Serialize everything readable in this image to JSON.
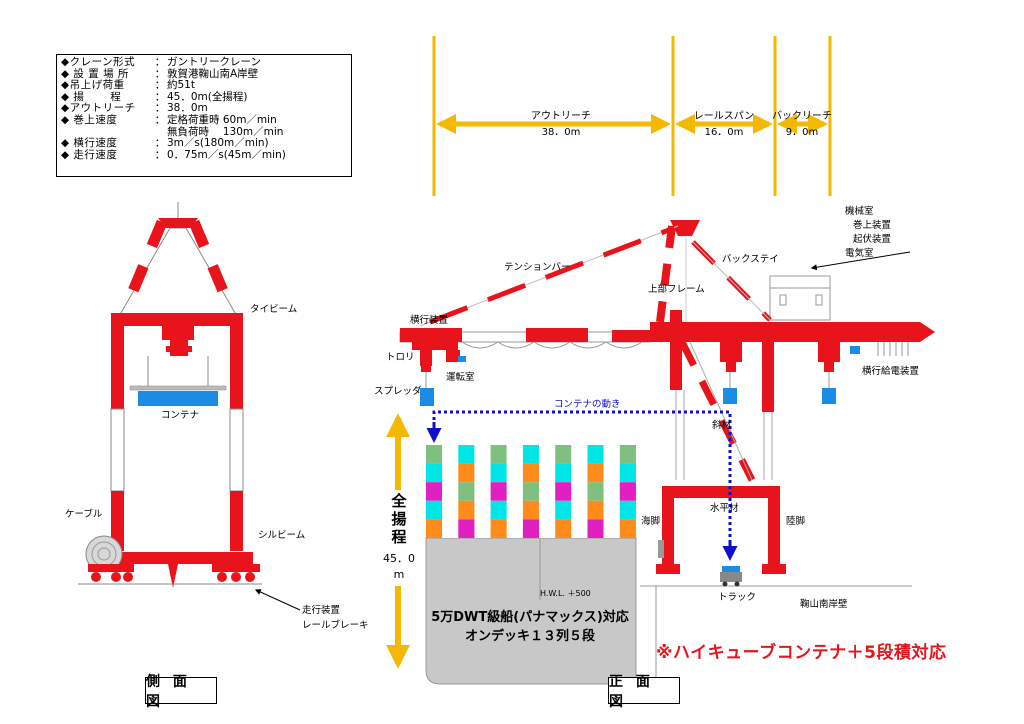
{
  "spec": {
    "rows": [
      {
        "label": "◆クレーン形式",
        "value": "ガントリークレーン"
      },
      {
        "label": "◆ 設 置 場 所",
        "value": "敦賀港鞠山南A岸壁"
      },
      {
        "label": "◆吊上げ荷重",
        "value": "約51t"
      },
      {
        "label": "◆ 揚　　 程",
        "value": "45．0m(全揚程)"
      },
      {
        "label": "◆アウトリーチ",
        "value": "38．0m"
      },
      {
        "label": "◆ 巻上速度",
        "value": "定格荷重時 60m／min"
      },
      {
        "label": "◆ 横行速度",
        "value": "3m／s(180m／min)"
      },
      {
        "label": "◆ 走行速度",
        "value": "0．75m／s(45m／min)"
      }
    ],
    "colon": "：",
    "continuation": "無負荷時　 130m／min"
  },
  "dimensions": {
    "outreach_label": "アウトリーチ",
    "outreach_value": "38．0m",
    "railspan_label": "レールスパン",
    "railspan_value": "16．0m",
    "backreach_label": "バックリーチ",
    "backreach_value": "9．0m"
  },
  "side_view": {
    "tie_beam": "タイビーム",
    "container": "コンテナ",
    "cable": "ケーブル",
    "sill_beam": "シルビーム",
    "travel_device": "走行装置",
    "rail_brake": "レールブレーキ",
    "title": "側 面 図"
  },
  "front_view": {
    "machine_room": "機械室",
    "hoist_device": "巻上装置",
    "luffing_device": "起伏装置",
    "electric_room": "電気室",
    "back_stay": "バックステイ",
    "tension_bar": "テンションバー",
    "upper_frame": "上部フレーム",
    "trolley_device": "横行装置",
    "trolley": "トロリ",
    "operator_cab": "運転室",
    "spreader": "スプレッダ",
    "container_motion": "コンテナの動き",
    "diagonal": "斜材",
    "sea_leg": "海脚",
    "horizontal": "水平材",
    "land_leg": "陸脚",
    "truck": "トラック",
    "wharf": "鞠山南岸壁",
    "trolley_power": "横行給電装置",
    "hwl": "H.W.L. ＋500",
    "lift_char1": "全",
    "lift_char2": "揚",
    "lift_char3": "程",
    "lift_value1": "45．0",
    "lift_value2": "m",
    "ship_line1": "5万DWT級船(パナマックス)対応",
    "ship_line2": "オンデッキ１３列５段",
    "title": "正 面 図"
  },
  "note": "※ハイキューブコンテナ＋5段積対応",
  "colors": {
    "crane_red": "#e8131b",
    "dimension_yellow": "#f5b800",
    "container_blue": "#1a8ce6",
    "path_blue": "#1010c8",
    "hull_gray": "#c8c8c8",
    "stack_green": "#7fbf7f",
    "stack_cyan": "#00e5e5",
    "stack_magenta": "#e020c0",
    "stack_orange": "#ff8c1a"
  }
}
